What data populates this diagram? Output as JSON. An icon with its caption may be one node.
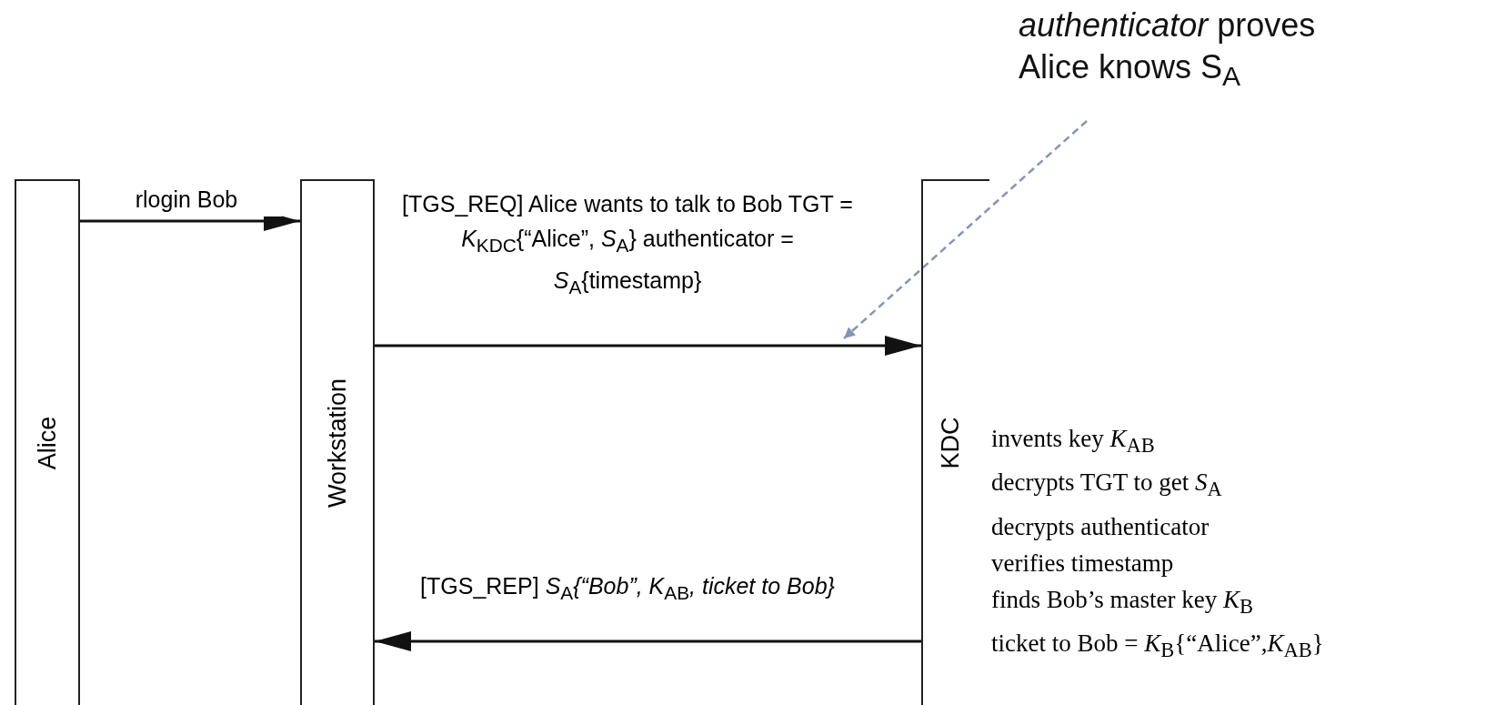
{
  "diagram": {
    "nodes": [
      {
        "text": [
          "Alice"
        ]
      },
      {
        "text": [
          "Workstation"
        ]
      },
      {
        "text": [
          "KDC"
        ],
        "beside": [
          "invents key *K*$_{AB}$",
          "decrypts TGT to get *S*$_{A}$",
          "decrypts authenticator",
          "verifies timestamp",
          "finds Bob’s master key *K*$_{B}$",
          "ticket to Bob = *K*$_{B}${“Alice”,*K*$_{AB}$}"
        ]
      },
      {
        "text": [
          "*authenticator* proves Alice knows S$_{A}$"
        ]
      }
    ],
    "edges": [
      {
        "from": 0,
        "to": 1,
        "arrow": "to",
        "label": "rlogin Bob"
      },
      {
        "from": 1,
        "to": 2,
        "arrow": "to",
        "label": "[TGS_REQ] Alice wants to talk to Bob TGT = *K*$_{KDC}${“Alice”, *S*$_{A}$} authenticator = *S*$_{A}${timestamp}"
      },
      {
        "from": 2,
        "to": 1,
        "arrow": "to",
        "label": "[TGS_REP] *S*$_{A}$*{“Bob”, K*$_{AB}$*, ticket to Bob}*"
      },
      {
        "from": 3,
        "to": null,
        "arrow": "to",
        "style": "dashed",
        "color": "#8494b8"
      }
    ]
  }
}
